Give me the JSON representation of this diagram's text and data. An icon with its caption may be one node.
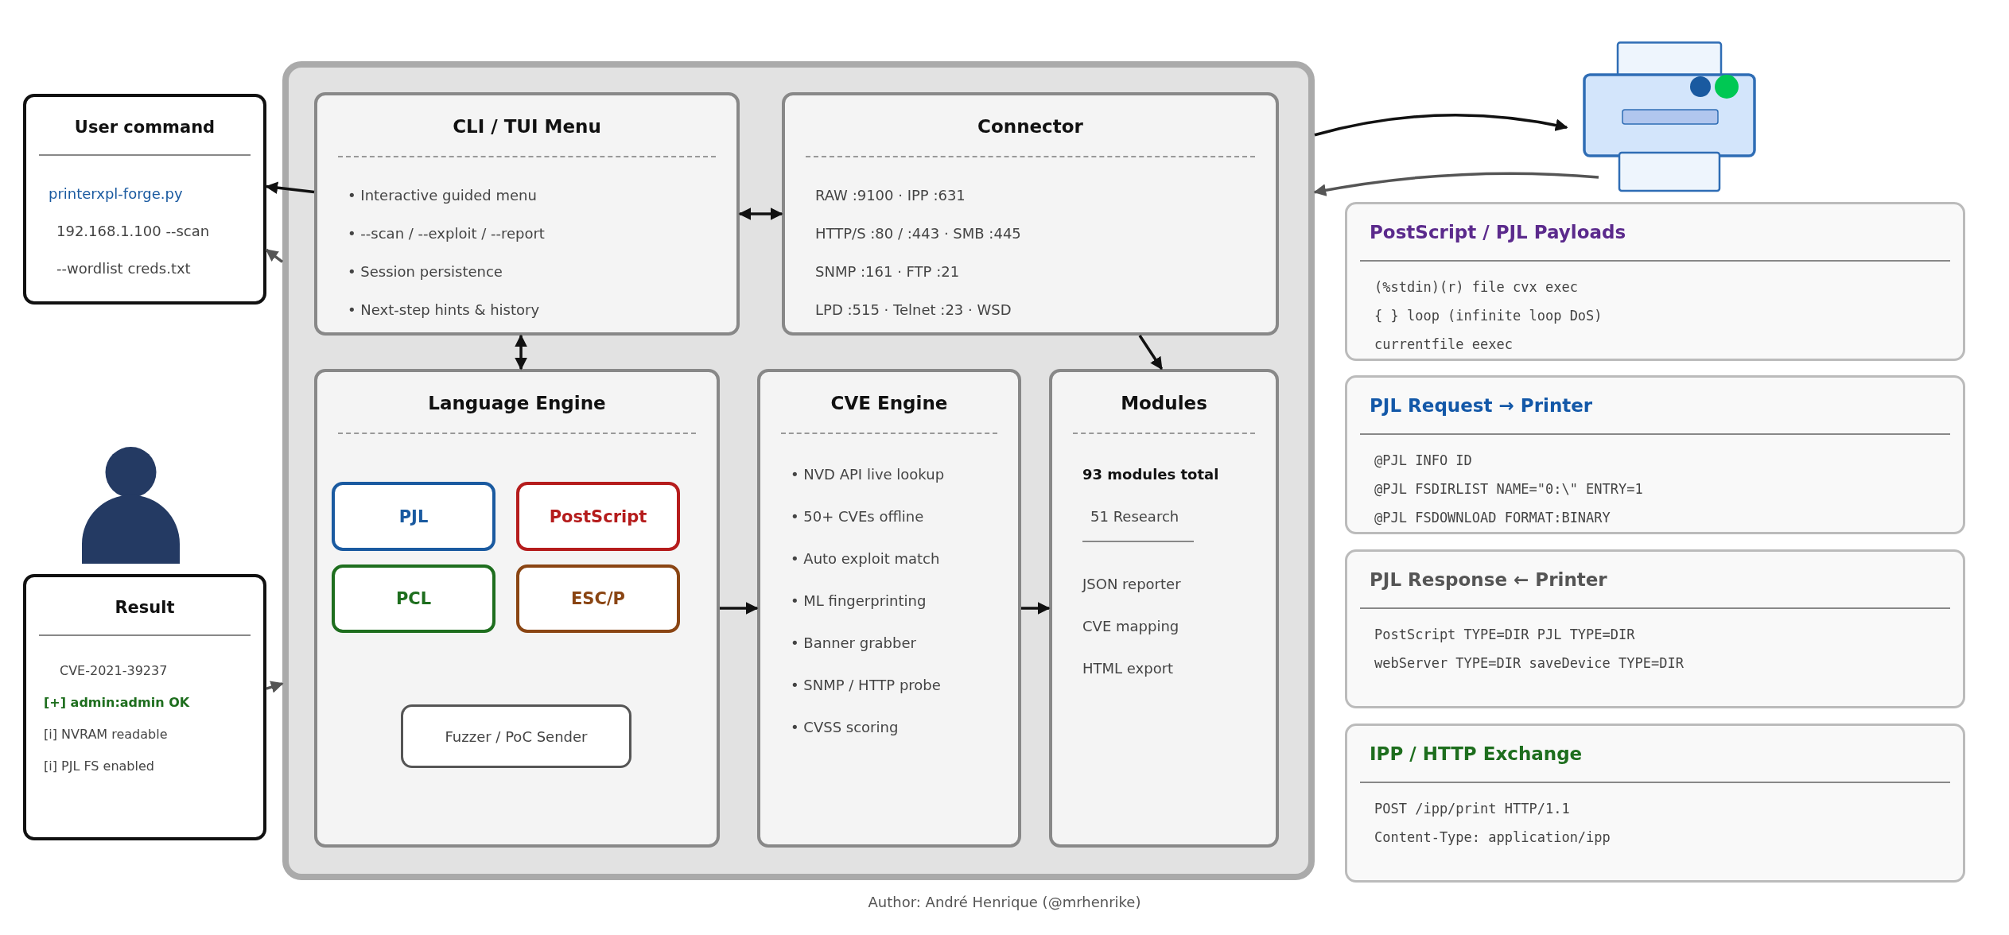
{
  "diagram": {
    "caption": "Author: André Henrique (@mrhenrike)",
    "nodes": [
      {
        "text": [],
        "shape": "box"
      },
      {
        "text": [
          "CLI / TUI Menu",
          "• Interactive guided menu",
          "• --scan / --exploit / --report",
          "• Session persistence",
          "• Next-step hints & history"
        ],
        "in": 0
      },
      {
        "text": [
          "Connector",
          "RAW :9100  ·  IPP :631",
          "HTTP/S :80 / :443  ·  SMB :445",
          "SNMP :161  ·  FTP :21",
          "LPD :515  ·  Telnet :23  ·  WSD"
        ],
        "in": 0
      },
      {
        "text": [
          "Language Engine"
        ],
        "in": 0
      },
      {
        "text": [
          "PJL"
        ],
        "in": 3
      },
      {
        "text": [
          "PostScript"
        ],
        "in": 3
      },
      {
        "text": [
          "PCL"
        ],
        "in": 3
      },
      {
        "text": [
          "ESC/P"
        ],
        "in": 3
      },
      {
        "text": [
          "Fuzzer / PoC Sender"
        ],
        "in": 3
      },
      {
        "text": [
          "CVE Engine",
          "• NVD API live lookup",
          "• 50+ CVEs offline",
          "• Auto exploit match",
          "• ML fingerprinting",
          "• Banner grabber",
          "• SNMP / HTTP probe",
          "• CVSS scoring"
        ],
        "in": 0
      },
      {
        "text": [
          "Modules",
          "93 modules total",
          "51 Research",
          "JSON reporter",
          "CVE mapping",
          "HTML export"
        ],
        "in": 0
      },
      {
        "text": [
          "User command",
          "printerxpl-forge.py",
          "192.168.1.100 --scan",
          "--wordlist creds.txt"
        ]
      },
      {
        "text": [
          "Result",
          "CVE-2021-39237",
          "[+] admin:admin OK",
          "[i] NVRAM readable",
          "[i] PJL FS enabled"
        ]
      },
      {
        "text": [],
        "shape": "printer"
      },
      {
        "text": [
          "PostScript / PJL Payloads",
          "(%stdin)(r) file cvx exec",
          "{ } loop  (infinite loop DoS)",
          "currentfile eexec"
        ]
      },
      {
        "text": [
          "PJL Request  →  Printer",
          "@PJL INFO ID",
          "@PJL FSDIRLIST NAME=\"0:\\\" ENTRY=1",
          "@PJL FSDOWNLOAD FORMAT:BINARY"
        ]
      },
      {
        "text": [
          "PJL Response  ←  Printer",
          "PostScript TYPE=DIR  PJL TYPE=DIR",
          "webServer TYPE=DIR  saveDevice TYPE=DIR"
        ]
      },
      {
        "text": [
          "IPP / HTTP Exchange",
          "POST /ipp/print HTTP/1.1",
          "Content-Type: application/ipp"
        ]
      }
    ],
    "edges": [
      {
        "from": 1,
        "to": 11,
        "arrow": "to"
      },
      {
        "from": 0,
        "to": 11,
        "arrow": "to",
        "color": "#555555"
      },
      {
        "from": 12,
        "to": 0,
        "arrow": "to",
        "color": "#555555"
      },
      {
        "from": 1,
        "to": 2,
        "arrow": "both"
      },
      {
        "from": 1,
        "to": 3,
        "arrow": "both"
      },
      {
        "from": 2,
        "to": 10,
        "arrow": "to"
      },
      {
        "from": 3,
        "to": 9,
        "arrow": "to"
      },
      {
        "from": 9,
        "to": 10,
        "arrow": "to"
      },
      {
        "from": 0,
        "to": 13,
        "arrow": "to"
      },
      {
        "from": 13,
        "to": 0,
        "arrow": "to",
        "color": "#555555"
      }
    ]
  }
}
